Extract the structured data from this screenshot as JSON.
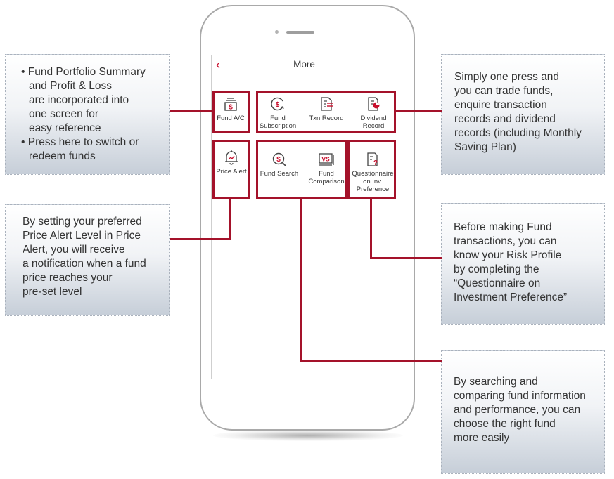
{
  "screen": {
    "title": "More",
    "back_icon": "chevron-left-icon"
  },
  "tiles": [
    {
      "label": "Fund A/C",
      "icon": "fund-account-icon"
    },
    {
      "label": "Fund Subscription",
      "line1": "Fund",
      "line2": "Subscription",
      "icon": "fund-subscription-icon"
    },
    {
      "label": "Txn Record",
      "icon": "txn-record-icon"
    },
    {
      "label": "Dividend Record",
      "line1": "Dividend",
      "line2": "Record",
      "icon": "dividend-record-icon"
    },
    {
      "label": "Price Alert",
      "icon": "price-alert-icon"
    },
    {
      "label": "Fund Search",
      "icon": "fund-search-icon"
    },
    {
      "label": "Fund Comparison",
      "line1": "Fund",
      "line2": "Comparison",
      "icon": "fund-comparison-icon"
    },
    {
      "label": "Questionnaire on Inv. Preference",
      "line1": "Questionnaire",
      "line2": "on Inv.",
      "line3": "Preference",
      "icon": "questionnaire-icon"
    }
  ],
  "callouts": {
    "portfolio": {
      "bullet1": [
        "• Fund Portfolio Summary",
        "and Profit & Loss",
        "are incorporated into",
        "one screen for",
        "easy reference"
      ],
      "bullet2": [
        "• Press here to switch or",
        "redeem funds"
      ]
    },
    "price_alert": [
      "By setting your preferred",
      "Price Alert Level in Price",
      "Alert, you will receive",
      "a notification when a fund",
      "price reaches your",
      "pre-set level"
    ],
    "trade": [
      "Simply one press and",
      "you can trade funds,",
      "enquire transaction",
      "records and dividend",
      "records (including Monthly",
      "Saving Plan)"
    ],
    "risk": [
      "Before making Fund",
      "transactions, you can",
      "know your Risk Profile",
      "by completing the",
      "“Questionnaire on",
      "Investment Preference”"
    ],
    "search": [
      "By searching and",
      "comparing fund information",
      "and performance, you can",
      "choose the right fund",
      "more easily"
    ]
  },
  "colors": {
    "accent": "#c8102e",
    "highlight_border": "#a4122a",
    "callout_border": "#aab2bd"
  }
}
